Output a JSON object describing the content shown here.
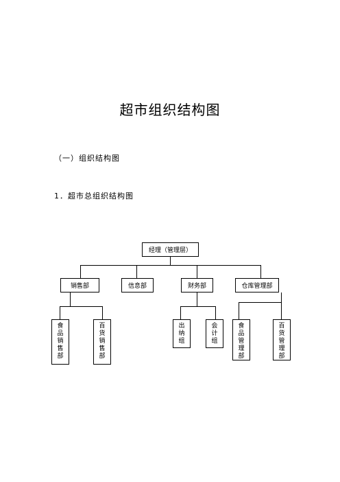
{
  "document": {
    "title": "超市组织结构图",
    "section_heading": "（一）组织结构图",
    "subsection_heading": "1．超市总组织结构图"
  },
  "org_chart": {
    "root": "经理（管理层）",
    "departments": {
      "sales": "销售部",
      "info": "信息部",
      "finance": "财务部",
      "warehouse": "仓库管理部"
    },
    "sub_units": {
      "food_sales": "食品销售部",
      "goods_sales": "百货销售部",
      "cashier": "出纳组",
      "accounting": "会计组",
      "food_mgmt": "食品管理部",
      "goods_mgmt": "百货管理部"
    }
  }
}
